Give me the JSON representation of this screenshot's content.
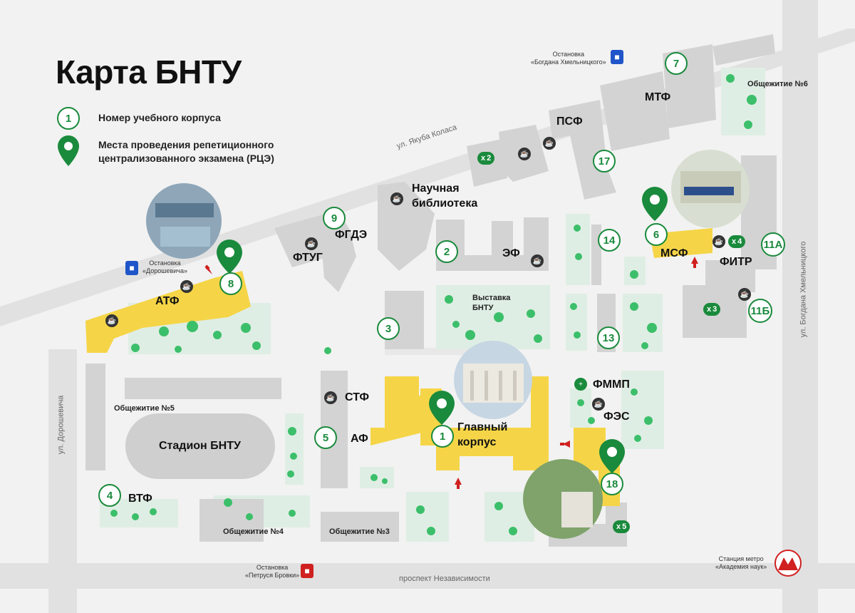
{
  "title": "Карта БНТУ",
  "legend": {
    "corpus_number_sample": "1",
    "corpus_number_text": "Номер учебного корпуса",
    "exam_place_text_line1": "Места проведения репетиционного",
    "exam_place_text_line2": "централизованного экзамена (РЦЭ)"
  },
  "colors": {
    "exam_building": "#f5d547",
    "building": "#d3d3d3",
    "green": "#1a8a3c",
    "road": "#e1e1e1",
    "park": "#dfeee4"
  },
  "streets": {
    "yakuba_kolasa": "ул. Якуба Коласа",
    "doroshevicha": "ул. Дорошевича",
    "bogdana": "ул. Богдана Хмельницкого",
    "nezavisimosti": "проспект Независимости"
  },
  "stops": {
    "bogdana_l1": "Остановка",
    "bogdana_l2": "«Богдана Хмельницкого»",
    "doroshevicha_l1": "Остановка",
    "doroshevicha_l2": "«Дорошевича»",
    "brovki_l1": "Остановка",
    "brovki_l2": "«Петруся Бровки»",
    "metro_l1": "Станция метро",
    "metro_l2": "«Академия наук»"
  },
  "corpus_numbers": {
    "n1": "1",
    "n2": "2",
    "n3": "3",
    "n4": "4",
    "n5": "5",
    "n6": "6",
    "n7": "7",
    "n8": "8",
    "n9": "9",
    "n11a": "11А",
    "n11b": "11Б",
    "n13": "13",
    "n14": "14",
    "n17": "17",
    "n18": "18"
  },
  "faculties": {
    "mtf": "МТФ",
    "psf": "ПСФ",
    "library_l1": "Научная",
    "library_l2": "библиотека",
    "fgde": "ФГДЭ",
    "ftug": "ФТУГ",
    "ef": "ЭФ",
    "msf": "МСФ",
    "fitr": "ФИТР",
    "atf": "АТФ",
    "stf": "СТФ",
    "af": "АФ",
    "main_l1": "Главный",
    "main_l2": "корпус",
    "fmmp": "ФММП",
    "fes": "ФЭС",
    "vtf": "ВТФ",
    "stadium": "Стадион БНТУ"
  },
  "small_labels": {
    "dorm6": "Общежитие №6",
    "dorm5": "Общежитие №5",
    "dorm4": "Общежитие №4",
    "dorm3": "Общежитие №3",
    "expo_l1": "Выставка",
    "expo_l2": "БНТУ"
  },
  "dining": {
    "d2": "2",
    "d3": "3",
    "d4": "4",
    "d5": "5"
  },
  "icons": {
    "cafe": "coffee-cup-icon",
    "dining": "fork-knife-icon",
    "pin": "map-pin-icon",
    "tram": "tram-icon",
    "bus": "bus-icon",
    "metro": "metro-icon",
    "medical": "medical-cross-icon"
  }
}
